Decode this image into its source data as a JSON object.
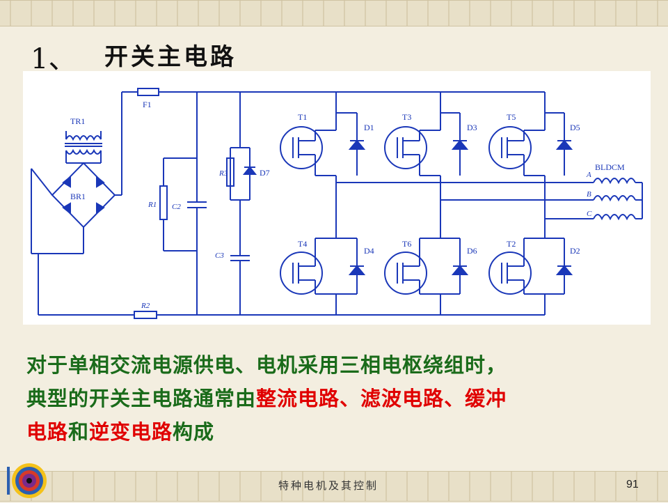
{
  "slide": {
    "title_number": "1、",
    "title_text": "开关主电路",
    "caption": {
      "line1": "对于单相交流电源供电、电机采用三相电枢绕组时，",
      "line2_a": "典型的开关主电路通常由",
      "line2_b": "整流电路",
      "line2_c": "、",
      "line2_d": "滤波电路",
      "line2_e": "、",
      "line2_f": "缓冲",
      "line3_a": "电路",
      "line3_b": "和",
      "line3_c": "逆变电路",
      "line3_d": "构成"
    },
    "footer_text": "特种电机及其控制",
    "page_number": "91"
  },
  "circuit": {
    "labels": {
      "tr1": "TR1",
      "br1": "BR1",
      "f1": "F1",
      "r1": "R1",
      "c2": "C2",
      "r3": "R3",
      "d7": "D7",
      "c3": "C3",
      "r2": "R2",
      "t1": "T1",
      "t3": "T3",
      "t5": "T5",
      "t4": "T4",
      "t6": "T6",
      "t2": "T2",
      "d1": "D1",
      "d3": "D3",
      "d5": "D5",
      "d4": "D4",
      "d6": "D6",
      "d2": "D2",
      "motor": "BLDCM",
      "phase_a": "A",
      "phase_b": "B",
      "phase_c": "C"
    }
  },
  "colors": {
    "circuit_line": "#1a37b8",
    "caption_text": "#1a6b1a",
    "highlight": "#e00000",
    "title": "#111111"
  },
  "icons": {
    "logo": "circular-motor-logo-icon"
  }
}
